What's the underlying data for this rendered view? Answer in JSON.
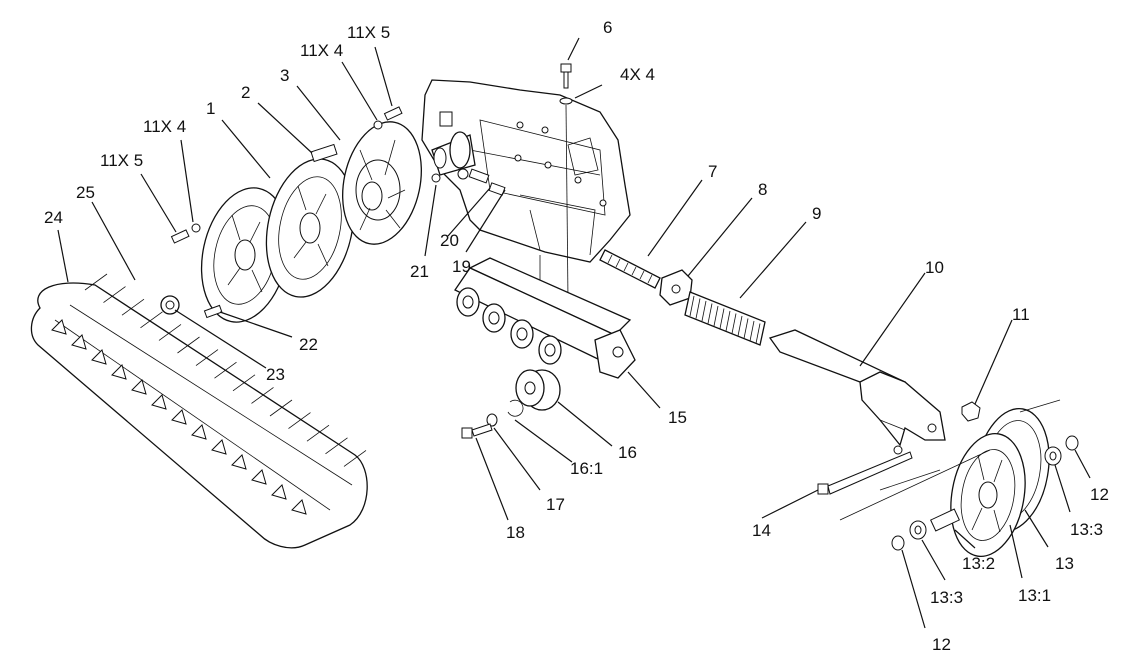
{
  "callouts": {
    "c1": "1",
    "c2": "2",
    "c3": "3",
    "c6": "6",
    "c7": "7",
    "c8": "8",
    "c9": "9",
    "c10": "10",
    "c11": "11",
    "c12a": "12",
    "c12b": "12",
    "c13": "13",
    "c13_1": "13:1",
    "c13_2": "13:2",
    "c13_3a": "13:3",
    "c13_3b": "13:3",
    "c14": "14",
    "c15": "15",
    "c16": "16",
    "c16_1": "16:1",
    "c17": "17",
    "c18": "18",
    "c19": "19",
    "c20": "20",
    "c21": "21",
    "c22": "22",
    "c23": "23",
    "c24": "24",
    "c25": "25",
    "q_11x5_top": "11X 5",
    "q_11x4_top": "11X 4",
    "q_4x4": "4X 4",
    "q_11x4_left": "11X 4",
    "q_11x5_left": "11X 5"
  },
  "colors": {
    "ink": "#111111",
    "paper": "#ffffff"
  }
}
